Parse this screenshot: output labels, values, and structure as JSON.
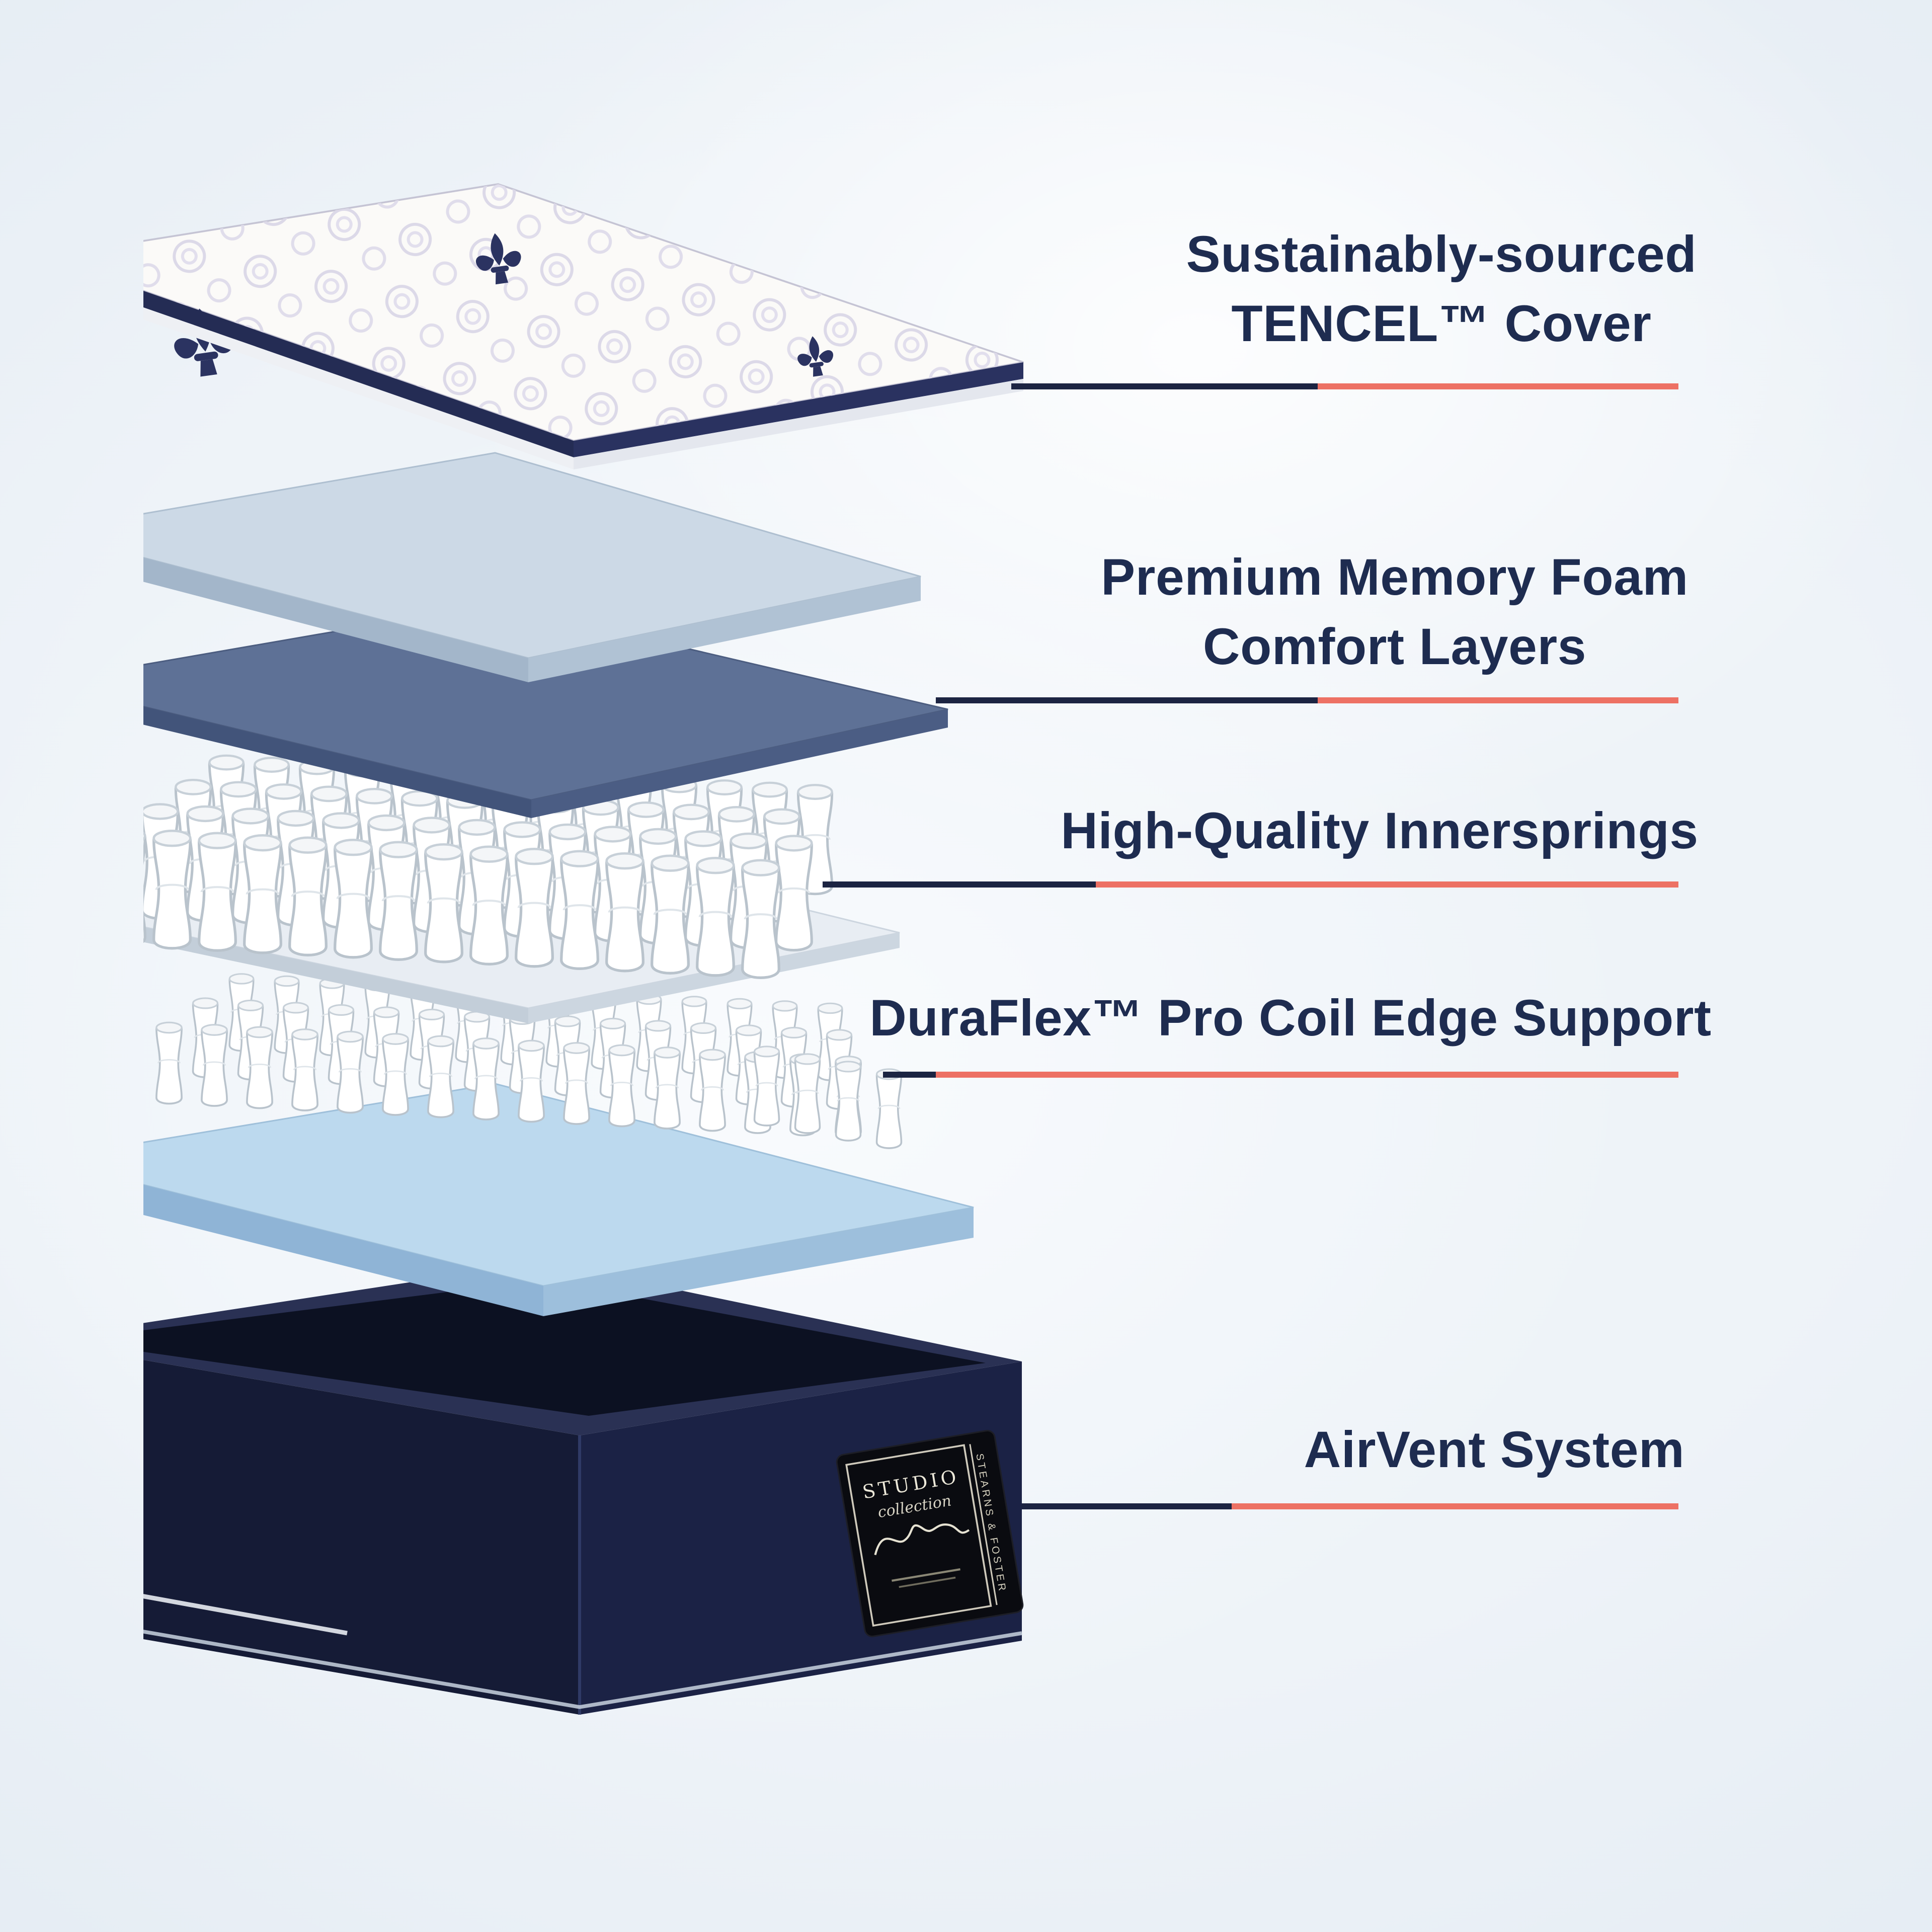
{
  "infographic": {
    "labels": [
      {
        "text_lines": [
          "Sustainably-sourced",
          "TENCEL™ Cover"
        ]
      },
      {
        "text_lines": [
          "Premium Memory Foam",
          "Comfort Layers"
        ]
      },
      {
        "text_lines": [
          "High-Quality Innersprings"
        ]
      },
      {
        "text_lines": [
          "DuraFlex™ Pro Coil Edge Support"
        ]
      },
      {
        "text_lines": [
          "AirVent System"
        ]
      }
    ],
    "colors": {
      "label_text": "#1e2c50",
      "callout_line_navy": "#1c2442",
      "callout_line_coral": "#ed7164",
      "background": "#e9eff6"
    },
    "law_tag": {
      "collection_title": "STUDIO",
      "collection_subtitle": "collection",
      "brand_vertical": "STEARNS & FOSTER"
    }
  }
}
